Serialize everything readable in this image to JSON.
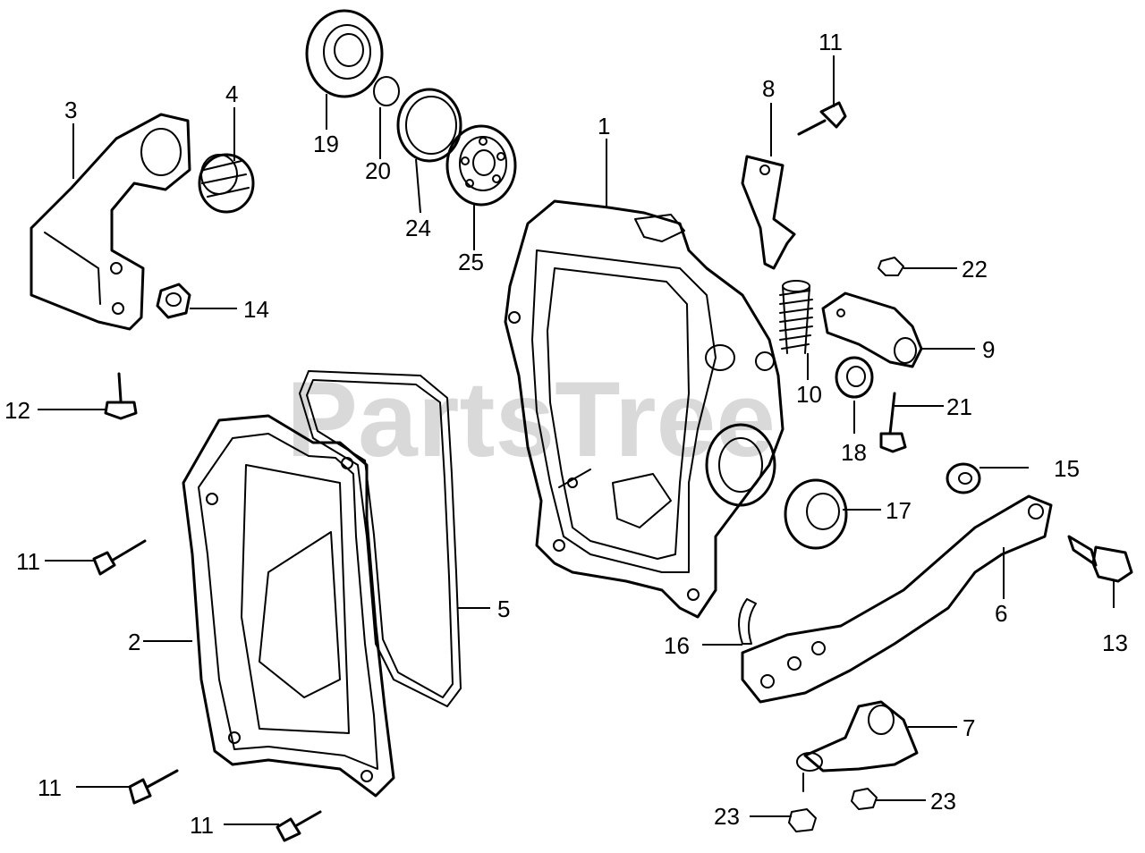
{
  "watermark": "PartsTree",
  "callouts": {
    "c1": "1",
    "c2": "2",
    "c3": "3",
    "c4": "4",
    "c5": "5",
    "c6": "6",
    "c7": "7",
    "c8": "8",
    "c9": "9",
    "c10": "10",
    "c11a": "11",
    "c11b": "11",
    "c11c": "11",
    "c11d": "11",
    "c12": "12",
    "c13": "13",
    "c14": "14",
    "c15": "15",
    "c16": "16",
    "c17": "17",
    "c18": "18",
    "c19": "19",
    "c20": "20",
    "c21": "21",
    "c22": "22",
    "c23a": "23",
    "c23b": "23",
    "c24": "24",
    "c25": "25"
  }
}
